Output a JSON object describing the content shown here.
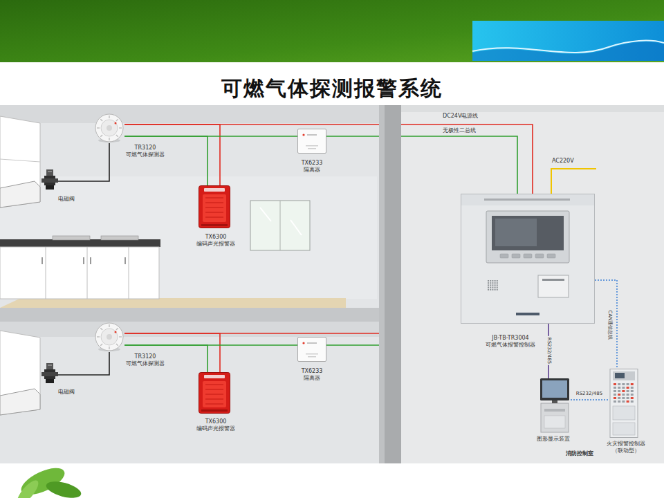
{
  "diagram": {
    "title": "可燃气体探测报警系统",
    "nodes": [
      {
        "text": [
          "TR3120 可燃气体探测器"
        ]
      },
      {
        "text": [
          "TX6233 隔离器"
        ]
      },
      {
        "text": [
          "电磁阀"
        ]
      },
      {
        "text": [
          "TX6300 编码声光报警器"
        ]
      },
      {
        "text": [
          "TR3120 可燃气体探测器"
        ]
      },
      {
        "text": [
          "TX6233 隔离器"
        ]
      },
      {
        "text": [
          "电磁阀"
        ]
      },
      {
        "text": [
          "TX6300 编码声光报警器"
        ]
      },
      {
        "text": [
          "JB-TB-TR3004 可燃气体报警控制器"
        ]
      },
      {
        "text": [
          "图形显示装置"
        ]
      },
      {
        "text": [
          "火灾报警控制器 （联动型）"
        ]
      }
    ],
    "edges": [
      {
        "from": 2,
        "to": 0,
        "arrow": "none"
      },
      {
        "from": 0,
        "to": 3,
        "arrow": "none"
      },
      {
        "from": 0,
        "to": 1,
        "arrow": "none"
      },
      {
        "from": 1,
        "to": 8,
        "arrow": "none"
      },
      {
        "from": 6,
        "to": 4,
        "arrow": "none"
      },
      {
        "from": 4,
        "to": 7,
        "arrow": "none"
      },
      {
        "from": 4,
        "to": 5,
        "arrow": "none"
      },
      {
        "from": 8,
        "to": 9,
        "label": "RS232/485",
        "arrow": "none"
      },
      {
        "from": 9,
        "to": 10,
        "label": "RS232/485",
        "arrow": "none"
      },
      {
        "from": 8,
        "to": 10,
        "label": "CAN通信总线",
        "arrow": "none"
      }
    ],
    "labels": [
      "DC24V电源线",
      "无极性二总线",
      "AC220V",
      "消防控制室"
    ]
  }
}
